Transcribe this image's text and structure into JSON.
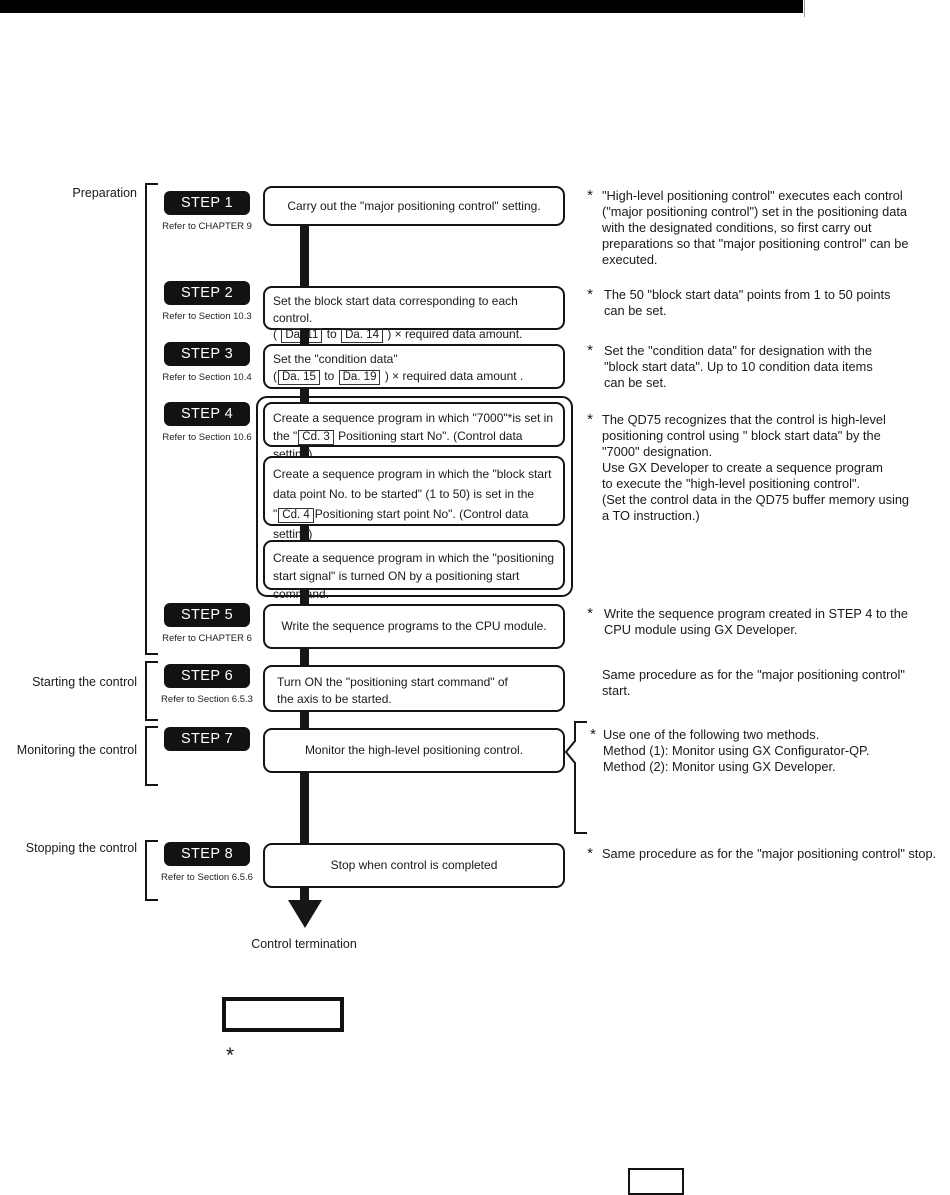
{
  "header": {
    "bar_color": "#000000"
  },
  "side_labels": {
    "preparation": "Preparation",
    "starting": "Starting the control",
    "monitoring": "Monitoring the control",
    "stopping": "Stopping the control"
  },
  "steps": {
    "s1": {
      "badge": "STEP 1",
      "refer": "Refer to CHAPTER 9",
      "text": "Carry out the \"major positioning control\" setting."
    },
    "s2": {
      "badge": "STEP 2",
      "refer": "Refer to Section 10.3",
      "line1": "Set the block start data corresponding to each control.",
      "pre": "(",
      "tok1": "Da. 11",
      "mid": "to",
      "tok2": "Da. 14",
      "post": ") × required data amount."
    },
    "s3": {
      "badge": "STEP 3",
      "refer": "Refer to Section 10.4",
      "line1": "Set the \"condition data\"",
      "pre": "(",
      "tok1": "Da. 15",
      "mid": "to",
      "tok2": "Da. 19",
      "post": ") × required data amount ."
    },
    "s4": {
      "badge": "STEP 4",
      "refer": "Refer to Section 10.6",
      "sub1": {
        "line1": "Create a sequence program in which \"7000\"*is set in",
        "pre": "the \"",
        "tok": "Cd. 3",
        "post": "Positioning start No\". (Control data setting)"
      },
      "sub2": {
        "line1": "Create a sequence program in which the \"block start",
        "line2": "data point No. to be started\" (1 to 50) is set in the",
        "pre": "\"",
        "tok": "Cd. 4",
        "post": "Positioning start point No\". (Control data setting)"
      },
      "sub3": {
        "line1": "Create a sequence program in which the \"positioning",
        "line2": "start signal\" is turned ON by a positioning start command."
      }
    },
    "s5": {
      "badge": "STEP 5",
      "refer": "Refer to CHAPTER 6",
      "text": "Write the sequence programs to the CPU module."
    },
    "s6": {
      "badge": "STEP 6",
      "refer": "Refer to Section 6.5.3",
      "line1": "Turn ON the \"positioning start command\" of",
      "line2": "the axis to be started."
    },
    "s7": {
      "badge": "STEP 7",
      "text": "Monitor the high-level positioning control."
    },
    "s8": {
      "badge": "STEP 8",
      "refer": "Refer to Section 6.5.6",
      "text": "Stop when control is completed"
    }
  },
  "notes": {
    "n1": {
      "star": "*",
      "text": "\"High-level positioning control\" executes each control\n(\"major positioning control\") set in the positioning data\nwith the designated conditions, so first carry out\npreparations so that \"major positioning control\" can be\nexecuted."
    },
    "n2": {
      "star": "*",
      "text": "The 50 \"block start  data\" points from 1 to 50 points\ncan be set."
    },
    "n3": {
      "star": "*",
      "text": "Set the \"condition data\" for designation with the\n\"block start  data\". Up to 10 condition data items\ncan be set."
    },
    "n4": {
      "star": "*",
      "text": "The QD75 recognizes that the control is high-level\npositioning control using \" block start data\" by the\n\"7000\" designation.\nUse GX Developer to create a sequence program\nto execute the \"high-level positioning control\".\n(Set the control data in the QD75 buffer memory using\n a TO instruction.)"
    },
    "n5": {
      "star": "*",
      "text": "Write the sequence program created in STEP 4 to the\nCPU module using GX Developer."
    },
    "n6": {
      "text": "Same procedure as for the \"major positioning control\"\nstart."
    },
    "n7": {
      "star": "*",
      "text": "Use one of the following two methods.\nMethod (1): Monitor using GX Configurator-QP.\nMethod (2): Monitor using GX Developer."
    },
    "n8": {
      "star": "*",
      "text": "Same procedure as for the \"major positioning control\" stop."
    }
  },
  "footer": {
    "control_termination": "Control termination",
    "asterisk": "*"
  }
}
